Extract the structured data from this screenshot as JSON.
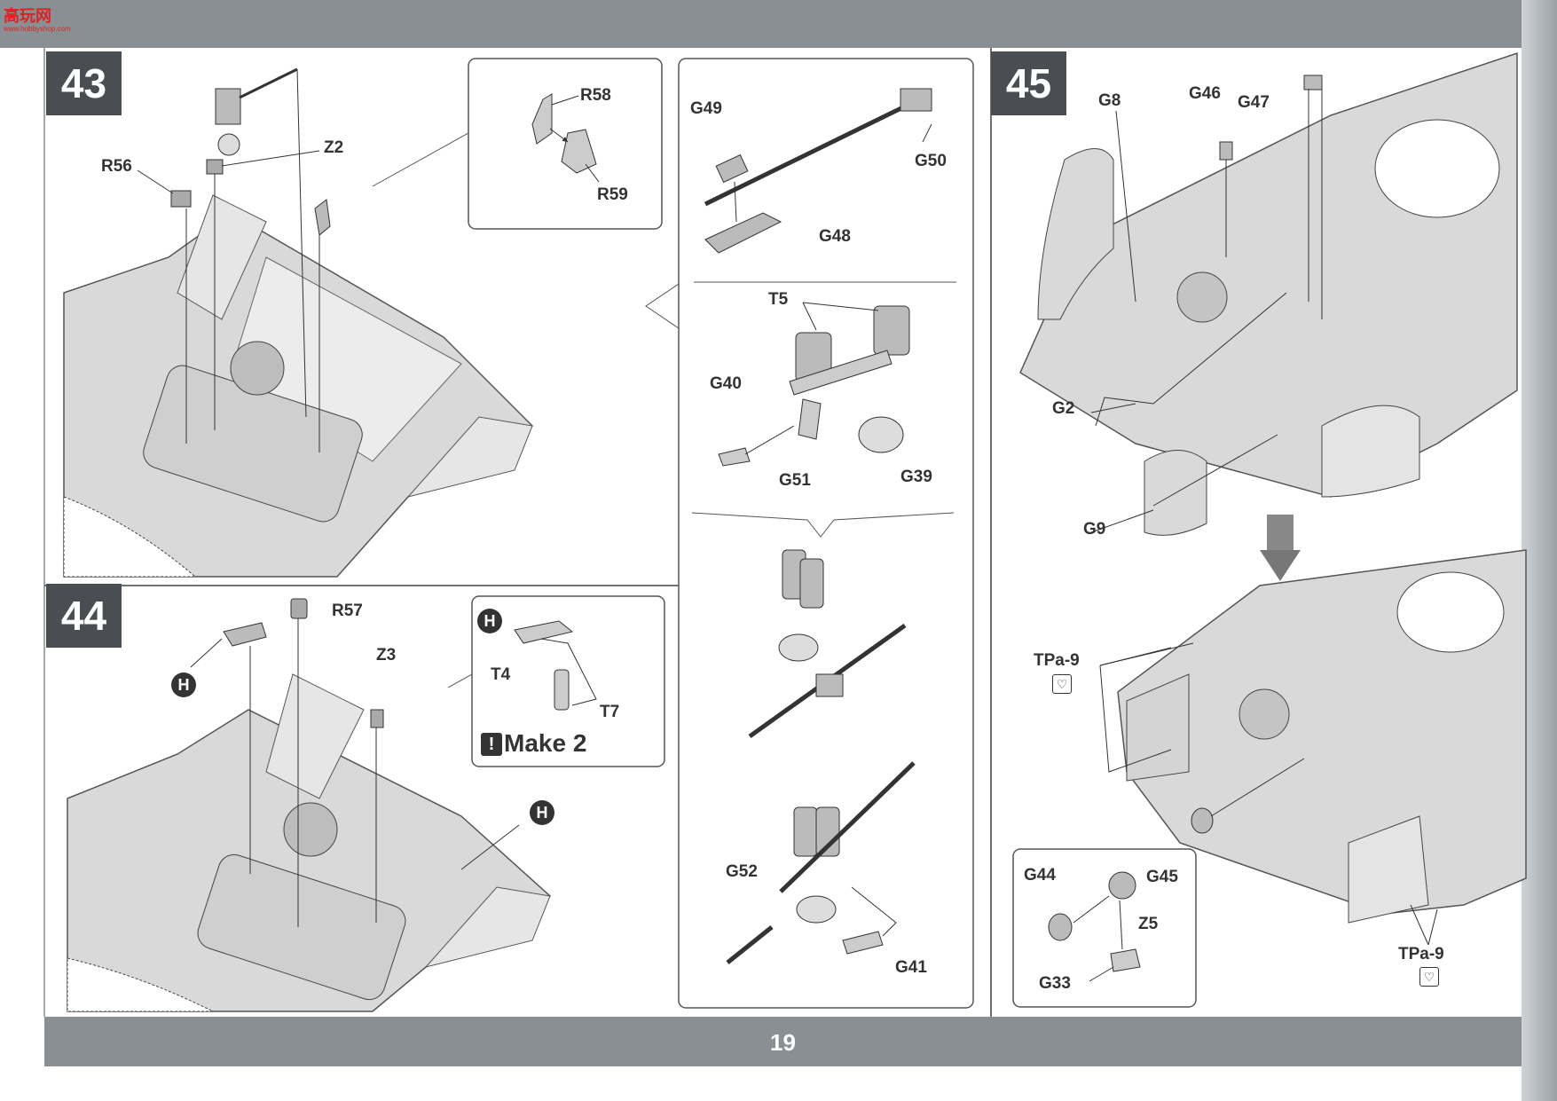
{
  "page": {
    "number": "19",
    "logo_text": "高玩网",
    "logo_sub": "www.hobbyshop.com"
  },
  "step43": {
    "number": "43",
    "parts": {
      "r56": "R56",
      "z2": "Z2",
      "r58": "R58",
      "r59": "R59"
    }
  },
  "step44": {
    "number": "44",
    "parts": {
      "r57": "R57",
      "z3": "Z3",
      "t4": "T4",
      "t7": "T7",
      "h": "H"
    },
    "make_label": "Make 2",
    "make_icon": "!"
  },
  "middle": {
    "parts": {
      "g49": "G49",
      "g50": "G50",
      "g48": "G48",
      "t5": "T5",
      "g40": "G40",
      "g51": "G51",
      "g39": "G39",
      "g52": "G52",
      "g41": "G41"
    }
  },
  "step45": {
    "number": "45",
    "parts": {
      "g8": "G8",
      "g46": "G46",
      "g47": "G47",
      "g2": "G2",
      "g9": "G9",
      "tpa9_top": "TPa-9",
      "tpa9_bottom": "TPa-9",
      "g44": "G44",
      "g45": "G45",
      "z5": "Z5",
      "g33": "G33"
    }
  },
  "colors": {
    "header": "#8a8f93",
    "step_badge": "#4a4e52",
    "hull": "#d9d9d9"
  }
}
